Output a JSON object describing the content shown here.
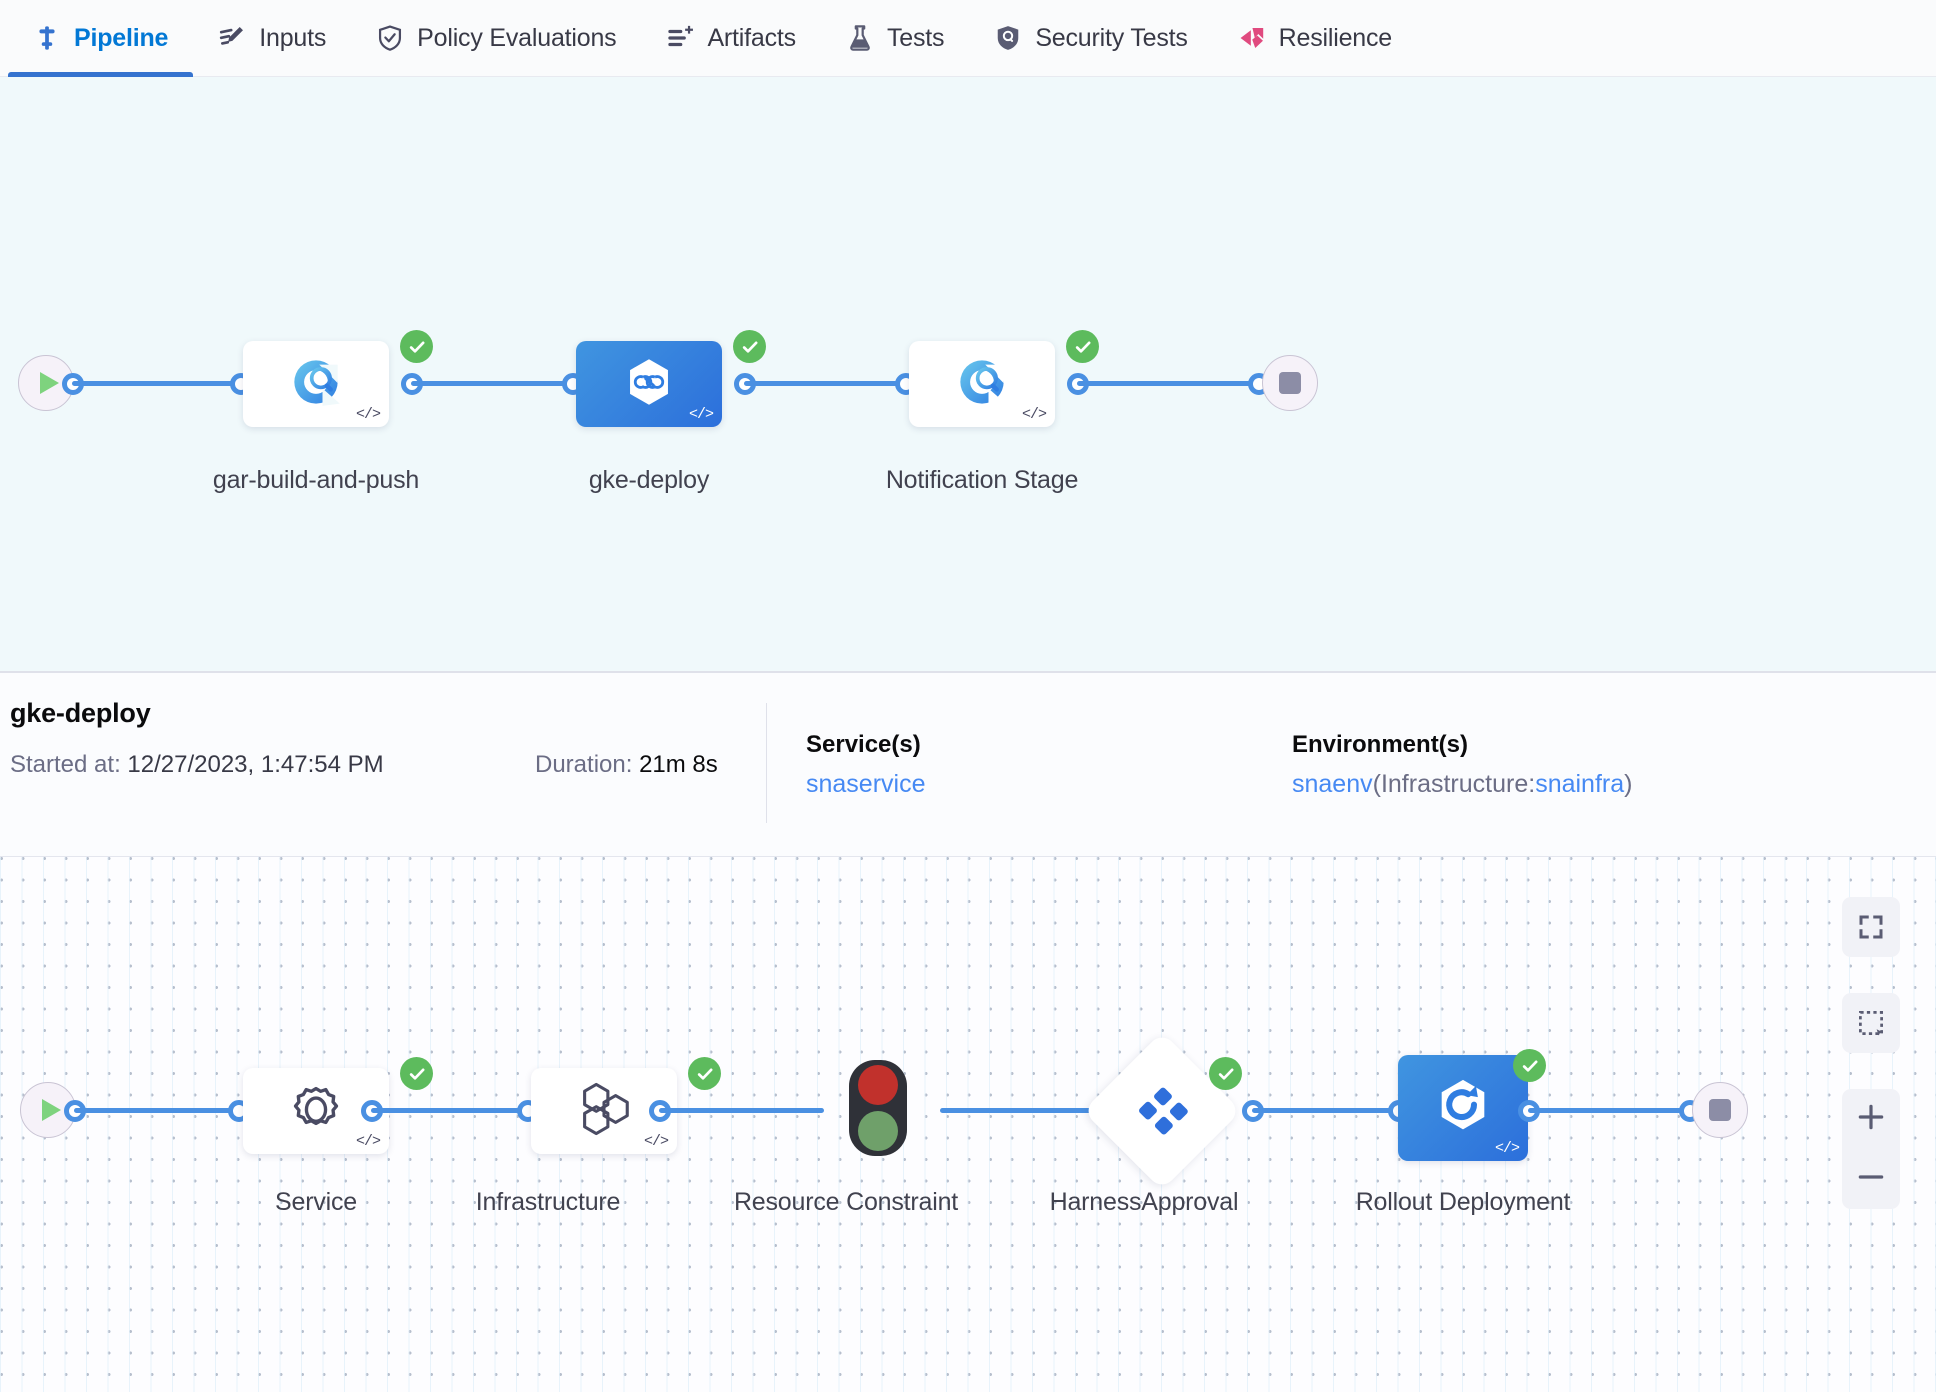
{
  "tabs": [
    {
      "label": "Pipeline",
      "icon": "pipeline-icon",
      "active": true
    },
    {
      "label": "Inputs",
      "icon": "inputs-icon",
      "active": false
    },
    {
      "label": "Policy Evaluations",
      "icon": "policy-shield-check-icon",
      "active": false
    },
    {
      "label": "Artifacts",
      "icon": "artifacts-list-plus-icon",
      "active": false
    },
    {
      "label": "Tests",
      "icon": "tests-flask-icon",
      "active": false
    },
    {
      "label": "Security Tests",
      "icon": "security-shield-icon",
      "active": false
    },
    {
      "label": "Resilience",
      "icon": "resilience-icon",
      "active": false
    }
  ],
  "pipeline_graph": {
    "start_icon": "play-icon",
    "end_icon": "stop-icon",
    "stages": [
      {
        "label": "gar-build-and-push",
        "icon": "custom-deployment-icon",
        "status": "success",
        "selected": false,
        "code_badge": "</>"
      },
      {
        "label": "gke-deploy",
        "icon": "harness-deploy-hexagon-icon",
        "status": "success",
        "selected": true,
        "code_badge": "</>"
      },
      {
        "label": "Notification Stage",
        "icon": "custom-deployment-icon",
        "status": "success",
        "selected": false,
        "code_badge": "</>"
      }
    ]
  },
  "detail": {
    "title": "gke-deploy",
    "started_label": "Started at:",
    "started_value": "12/27/2023, 1:47:54 PM",
    "duration_label": "Duration:",
    "duration_value": "21m 8s",
    "service": {
      "heading": "Service(s)",
      "value": "snaservice"
    },
    "environment": {
      "heading": "Environment(s)",
      "env": "snaenv",
      "infra_prefix": "(Infrastructure:",
      "infra": "snainfra",
      "infra_suffix": ")"
    }
  },
  "stage_graph": {
    "start_icon": "play-icon",
    "end_icon": "stop-icon",
    "steps": [
      {
        "label": "Service",
        "icon": "gear-icon",
        "status": "success",
        "shape": "card",
        "code_badge": "</>"
      },
      {
        "label": "Infrastructure",
        "icon": "hexagon-cluster-icon",
        "status": "success",
        "shape": "card",
        "code_badge": "</>"
      },
      {
        "label": "Resource Constraint",
        "icon": "traffic-light-icon",
        "status": "none",
        "shape": "bare",
        "code_badge": ""
      },
      {
        "label": "HarnessApproval",
        "icon": "harness-approval-diamond-icon",
        "status": "success",
        "shape": "diamond",
        "code_badge": ""
      },
      {
        "label": "Rollout Deployment",
        "icon": "rollout-deployment-icon",
        "status": "success",
        "shape": "card-selected",
        "code_badge": "</>"
      }
    ]
  },
  "zoom_controls": [
    {
      "name": "fit-to-screen-button",
      "icon": "fullscreen-icon"
    },
    {
      "name": "select-area-button",
      "icon": "dashed-select-icon"
    },
    {
      "name": "zoom-in-button",
      "icon": "plus-icon"
    },
    {
      "name": "zoom-out-button",
      "icon": "minus-icon"
    }
  ],
  "colors": {
    "accent": "#0278d5",
    "edge": "#4a90e2",
    "success": "#5dbb5d",
    "selected_node": "#2c6fdb",
    "link": "#4689f3",
    "canvas_top_bg": "#f0f9fb",
    "resilience_icon": "#e04a7f"
  }
}
